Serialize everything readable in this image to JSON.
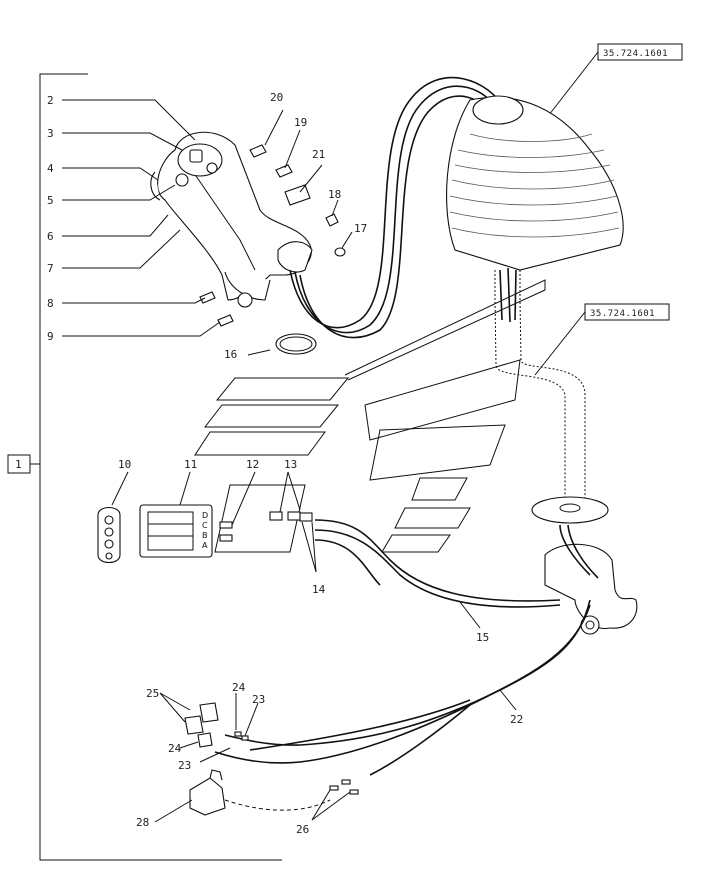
{
  "references": {
    "upper": "35.724.1601",
    "lower": "35.724.1601"
  },
  "bracket_label": "1",
  "connector_pins": [
    "D",
    "C",
    "B",
    "A"
  ],
  "callouts": [
    "2",
    "3",
    "4",
    "5",
    "6",
    "7",
    "8",
    "9",
    "10",
    "11",
    "12",
    "13",
    "14",
    "15",
    "16",
    "17",
    "18",
    "19",
    "20",
    "21",
    "22",
    "23",
    "23",
    "24",
    "24",
    "25",
    "26",
    "28"
  ]
}
